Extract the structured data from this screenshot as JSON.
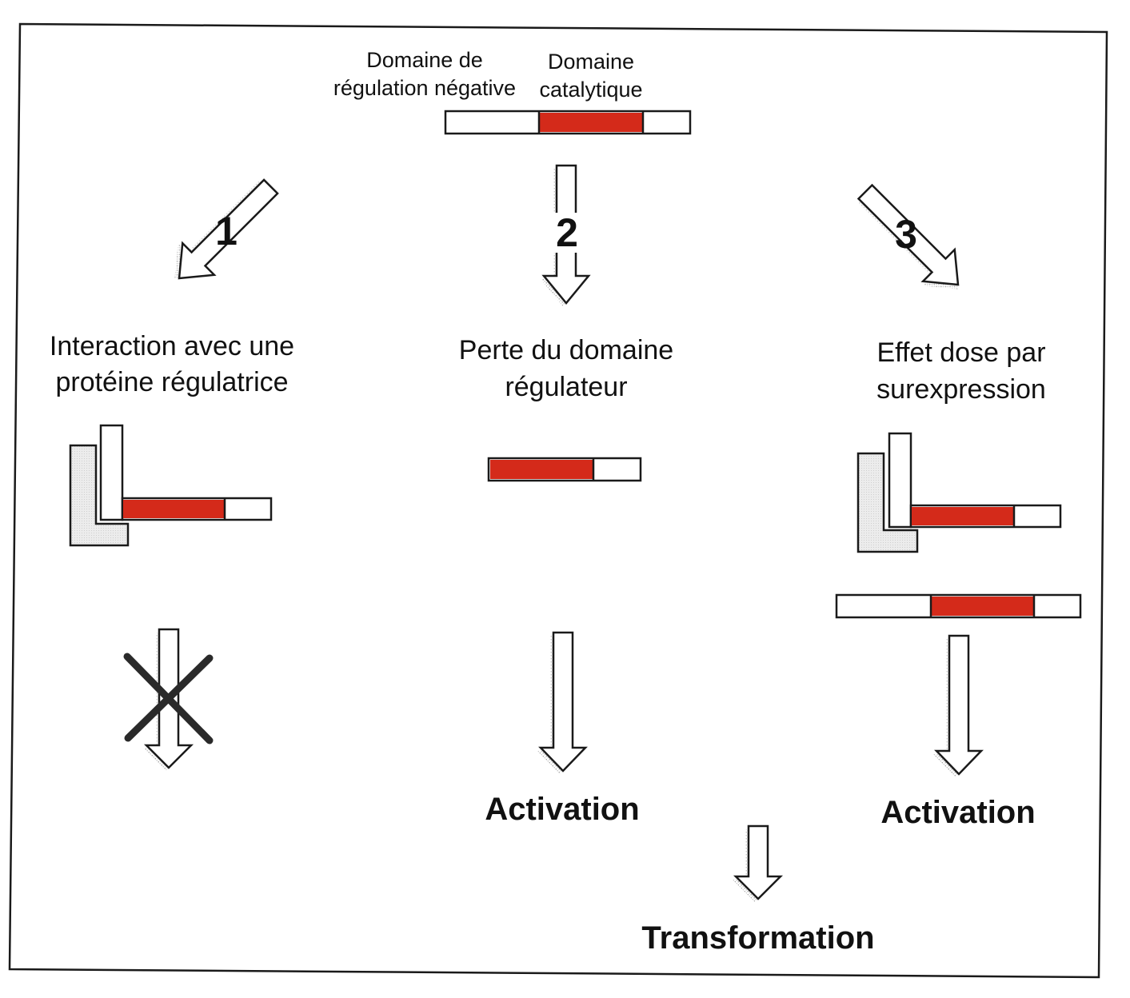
{
  "colors": {
    "catalytic": "#d42a1a",
    "regulator": "#e6e6e6",
    "outline": "#1a1a1a",
    "shadow": "#bdbdbd"
  },
  "header": {
    "domain_negative_line1": "Domaine de",
    "domain_negative_line2": "régulation négative",
    "domain_catalytic_line1": "Domaine",
    "domain_catalytic_line2": "catalytique"
  },
  "paths": [
    {
      "number": "1",
      "title_line1": "Interaction avec une",
      "title_line2": "protéine régulatrice",
      "outcome": ""
    },
    {
      "number": "2",
      "title_line1": "Perte du domaine",
      "title_line2": "régulateur",
      "outcome": "Activation"
    },
    {
      "number": "3",
      "title_line1": "Effet dose par",
      "title_line2": "surexpression",
      "outcome": "Activation"
    }
  ],
  "final": {
    "label": "Transformation"
  },
  "icons": [
    "blocked-cross-icon"
  ]
}
